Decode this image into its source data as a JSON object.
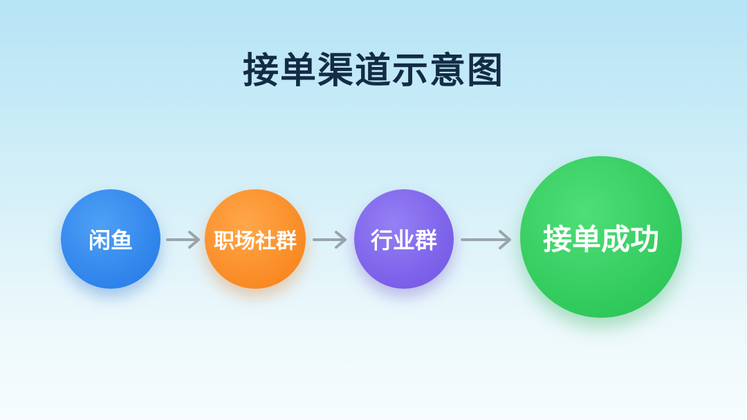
{
  "title": "接单渠道示意图",
  "nodes": [
    {
      "label": "闲鱼",
      "color": "#2f83ea"
    },
    {
      "label": "职场社群",
      "color": "#f98a24"
    },
    {
      "label": "行业群",
      "color": "#7a5fe8"
    },
    {
      "label": "接单成功",
      "color": "#30c95b"
    }
  ],
  "arrow_color": "#9aa4ad",
  "arrow_icon": "right-arrow-icon"
}
